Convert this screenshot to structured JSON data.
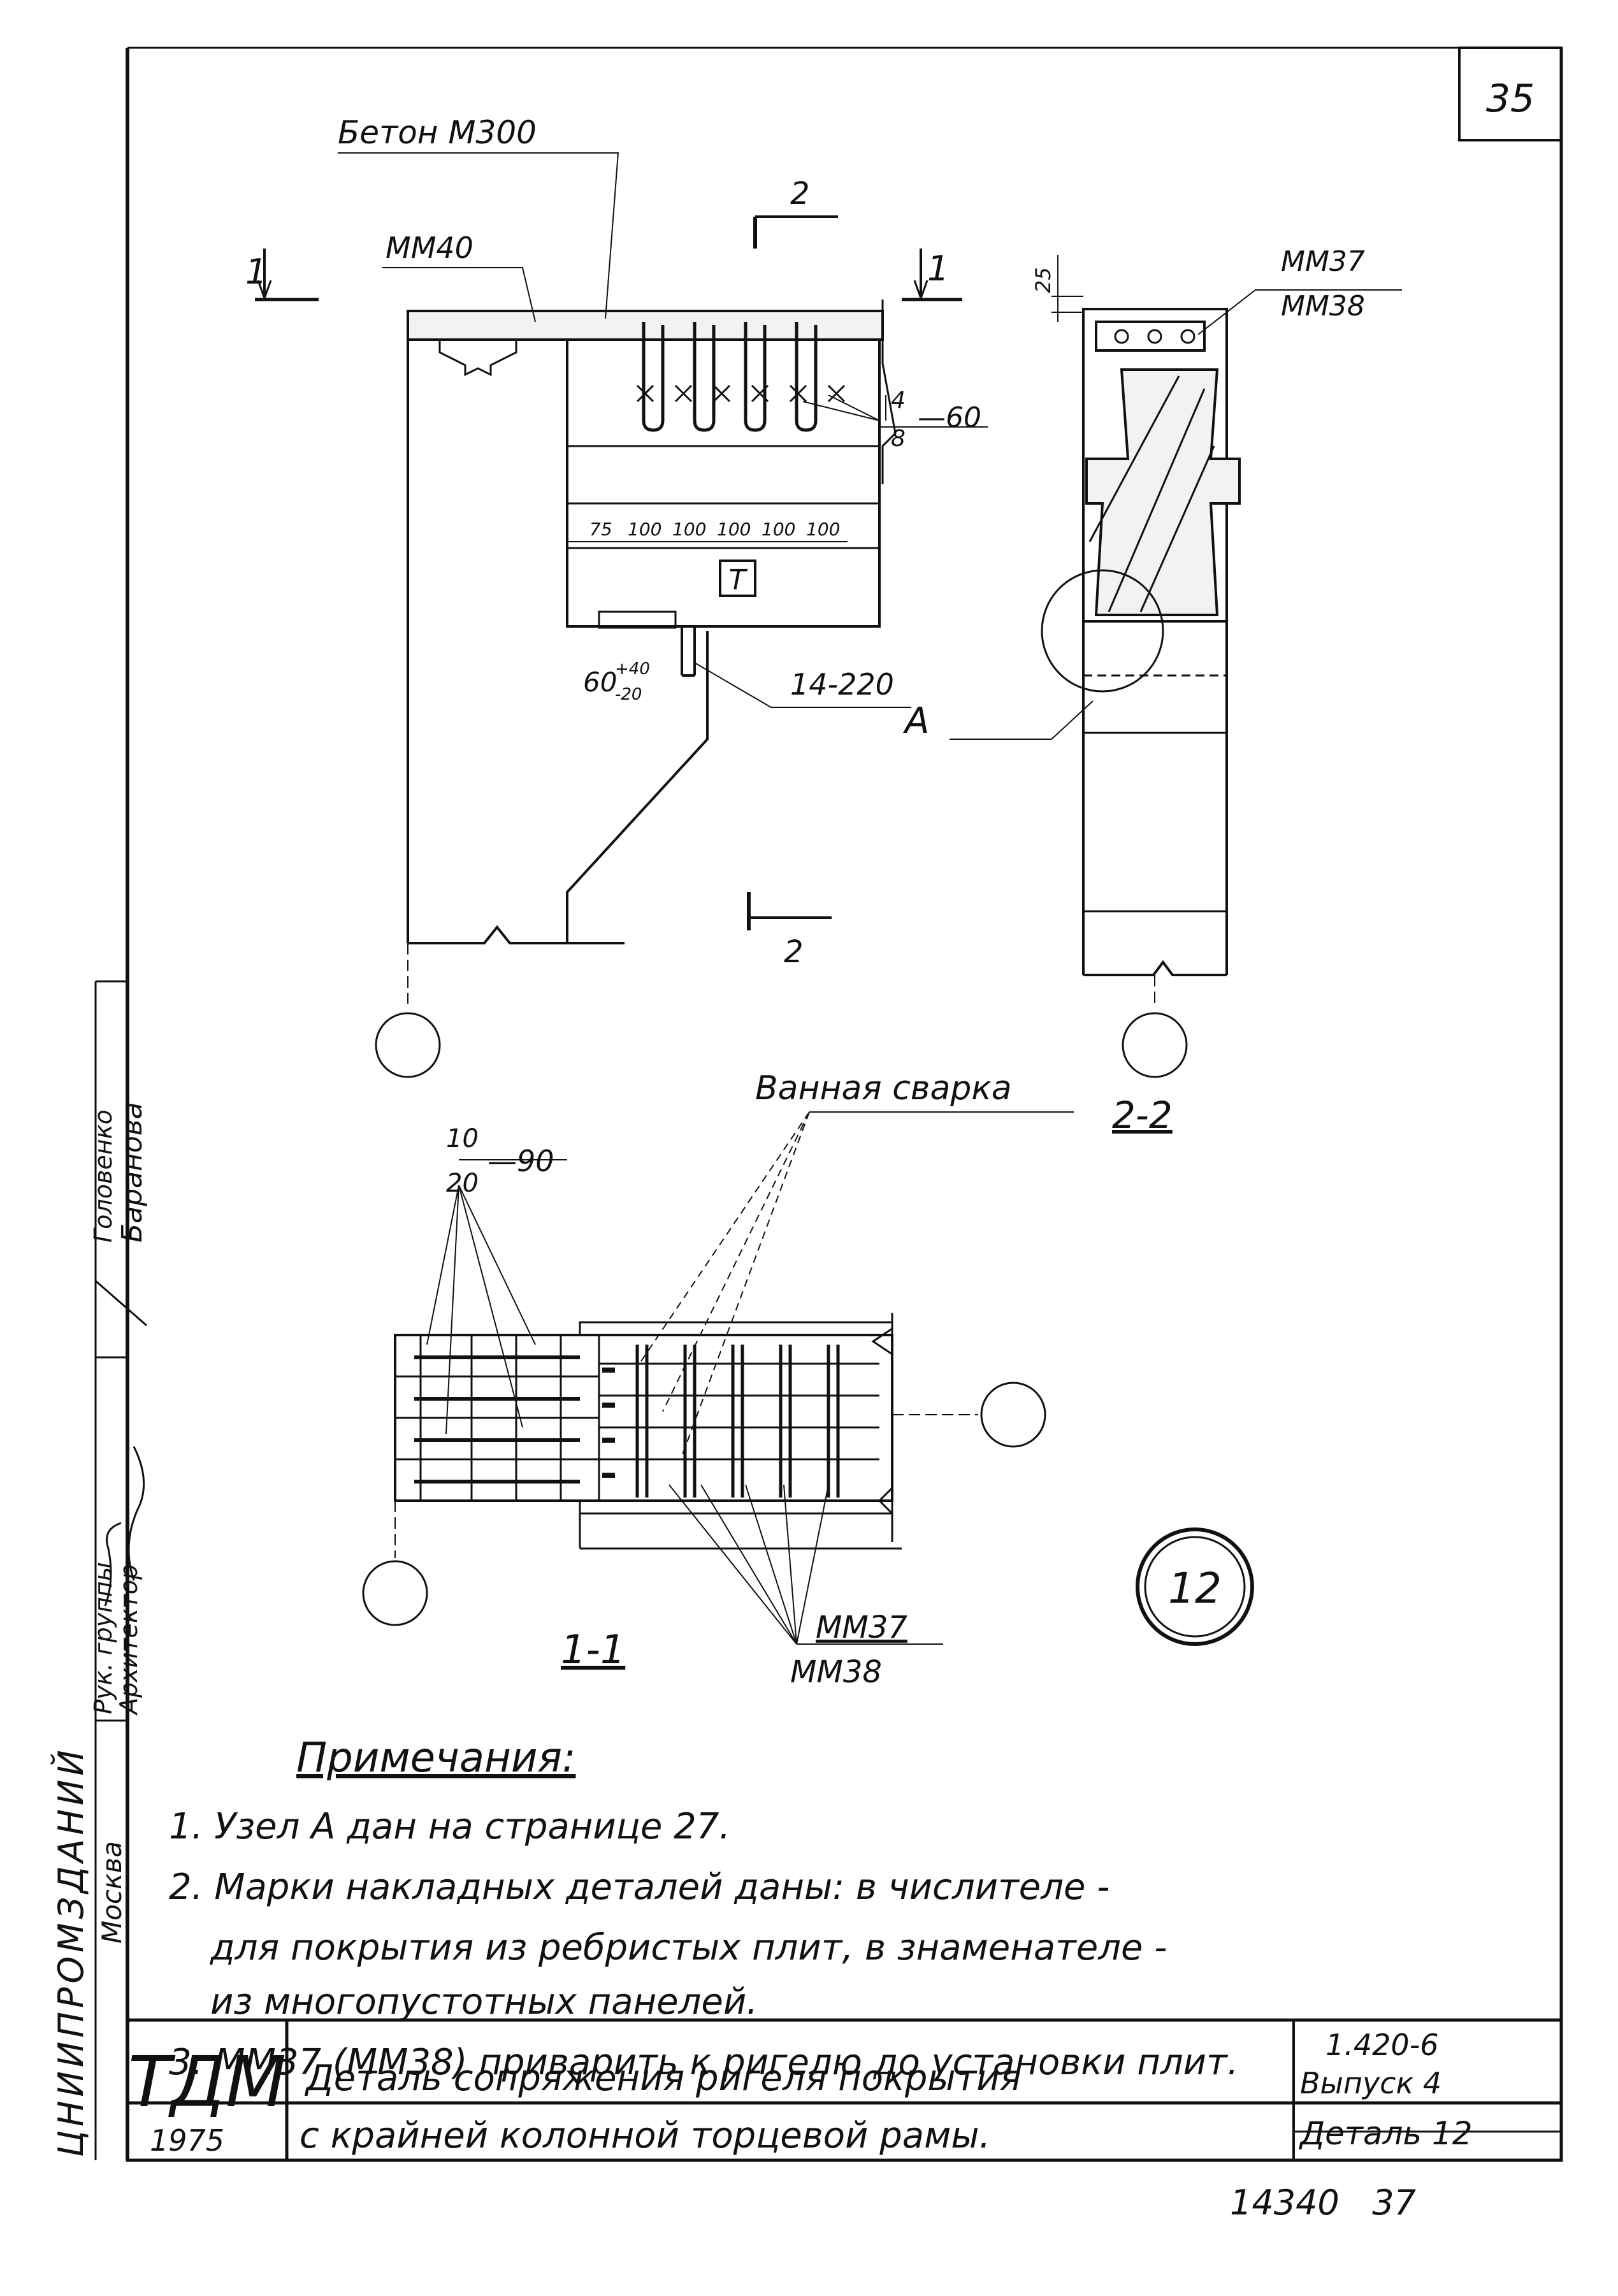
{
  "sheet": {
    "page_number": "35",
    "footer_number": "14340   37"
  },
  "drawing": {
    "labels": {
      "concrete": "Бетон М300",
      "mm40": "ММ40",
      "section2_top": "2",
      "section2_bottom": "2",
      "section1_left": "1",
      "section1_right": "1",
      "frac_4_8_num": "4",
      "frac_4_8_den": "8",
      "frac_4_8_suffix": "—60",
      "dims_row": [
        "75",
        "100",
        "100",
        "100",
        "100",
        "100"
      ],
      "marker_t": "Т",
      "beam_14_220": "14-220",
      "tol_60": "60",
      "tol_plus": "+40",
      "tol_minus": "-20",
      "node_a": "А",
      "dim_25": "25",
      "mm37_top": "ММ37",
      "mm38_top": "ММ38",
      "section_2_2": "2-2",
      "bath_weld": "Ванная сварка",
      "frac_10_20_num": "10",
      "frac_10_20_den": "20",
      "frac_10_20_suffix": "—90",
      "section_1_1": "1-1",
      "mm37_bottom": "ММ37",
      "mm38_bottom": "ММ38",
      "detail_number": "12"
    }
  },
  "notes": {
    "title": "Примечания:",
    "items": [
      "1. Узел А дан на странице 27.",
      "2. Марки накладных деталей даны: в числителе -",
      "для покрытия из ребристых плит, в знаменателе -",
      "из многопустотных панелей.",
      "3. ММ37 (ММ38) приварить к ригелю до установки плит."
    ]
  },
  "side_stamp": {
    "org": "ЦНИИПРОМЗДАНИЙ",
    "city": "Москва",
    "role1": "Рук. группы",
    "role2": "Архитектор",
    "name1": "Головенко",
    "name2": "Баранова"
  },
  "title_block": {
    "logo": "ТДМ",
    "year": "1975",
    "title_line1": "Деталь сопряжения ригеля покрытия",
    "title_line2": "с крайней колонной торцевой рамы.",
    "series": "1.420-6",
    "issue": "Выпуск 4",
    "detail": "Деталь 12"
  }
}
